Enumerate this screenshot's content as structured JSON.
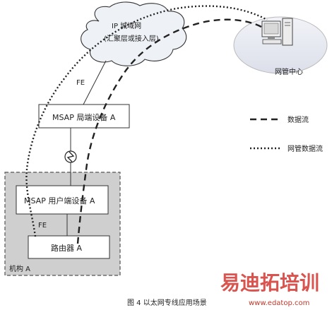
{
  "cloud": {
    "line1": "IP 城域网",
    "line2": "(汇聚层或接入层)"
  },
  "nms": {
    "label": "网管中心"
  },
  "links": {
    "fe_top": "FE",
    "fe_bottom": "FE"
  },
  "boxes": {
    "central": "MSAP 局端设备 A",
    "user": "MSAP 用户端设备 A",
    "router": "路由器 A"
  },
  "org": {
    "label": "机构 A"
  },
  "legend": {
    "data_flow": "数据流",
    "nms_flow": "网管数据流"
  },
  "caption": "图 4   以太网专线应用场景",
  "watermark": {
    "text": "易迪拓培训",
    "url": "www.edatop.com"
  },
  "colors": {
    "watermark": "#d9534f",
    "org_fill": "#cfcfcf",
    "cloud_fill": "#eaf0f6",
    "ellipse_fill": "#e6e8f2"
  }
}
